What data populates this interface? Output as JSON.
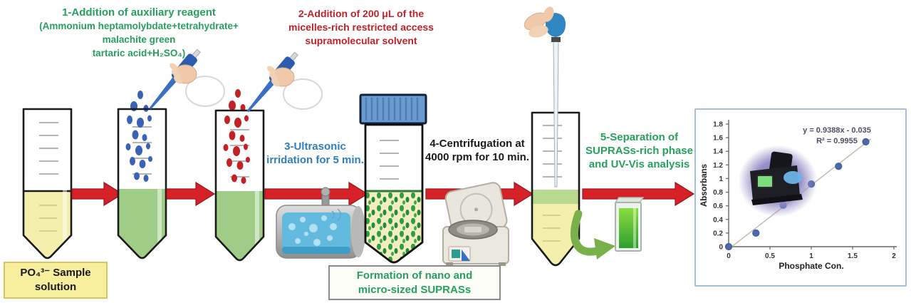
{
  "steps": [
    {
      "lines": [
        "1-Addition of auxiliary reagent",
        "(Ammonium heptamolybdate+tetrahydrate+",
        "malachite green",
        "tartaric acid+H₂SO₄)"
      ]
    },
    {
      "lines": [
        "2-Addition of 200 μL of the",
        "micelles-rich restricted access",
        "supramolecular solvent"
      ]
    },
    {
      "lines": [
        "3-Ultrasonic",
        "irridation for 5 min."
      ]
    },
    {
      "lines": [
        "4-Centrifugation at",
        "4000 rpm for 10 min."
      ]
    },
    {
      "lines": [
        "5-Separation of",
        "SUPRASs-rich phase",
        "and UV-Vis analysis"
      ]
    }
  ],
  "sample_box": {
    "lines": [
      "PO₄³⁻ Sample",
      "solution"
    ]
  },
  "formation_box": {
    "lines": [
      "Formation of nano and",
      "micro-sized SUPRASs"
    ]
  },
  "colors": {
    "step1_green": "#27a05e",
    "step2_red": "#bd2329",
    "step3_blue": "#2e7fbf",
    "arrow_red": "#d62128",
    "green_arrow": "#78b04a",
    "sample_liquid": "#f5efad",
    "green_liquid": "#9fcc86",
    "cap_blue": "#699bd1"
  },
  "chart_data": {
    "type": "scatter",
    "x": [
      0,
      0.33,
      0.66,
      1.0,
      1.33,
      1.66
    ],
    "y": [
      0.0,
      0.2,
      0.61,
      0.92,
      1.18,
      1.54
    ],
    "trendline": {
      "slope": 0.9388,
      "intercept": -0.035
    },
    "equation": "y = 0.9388x - 0.035",
    "r_squared": "R² = 0.9955",
    "xlabel": "Phosphate Con.",
    "ylabel": "Absorbans",
    "xlim": [
      0,
      2
    ],
    "ylim": [
      0,
      1.8
    ],
    "xticks": [
      0,
      0.5,
      1,
      1.5,
      2
    ],
    "yticks": [
      0,
      0.2,
      0.4,
      0.6,
      0.8,
      1,
      1.2,
      1.4,
      1.6,
      1.8
    ],
    "point_color": "#4a69a5",
    "line_color": "#c9beb2",
    "legend": [],
    "grid": false
  }
}
